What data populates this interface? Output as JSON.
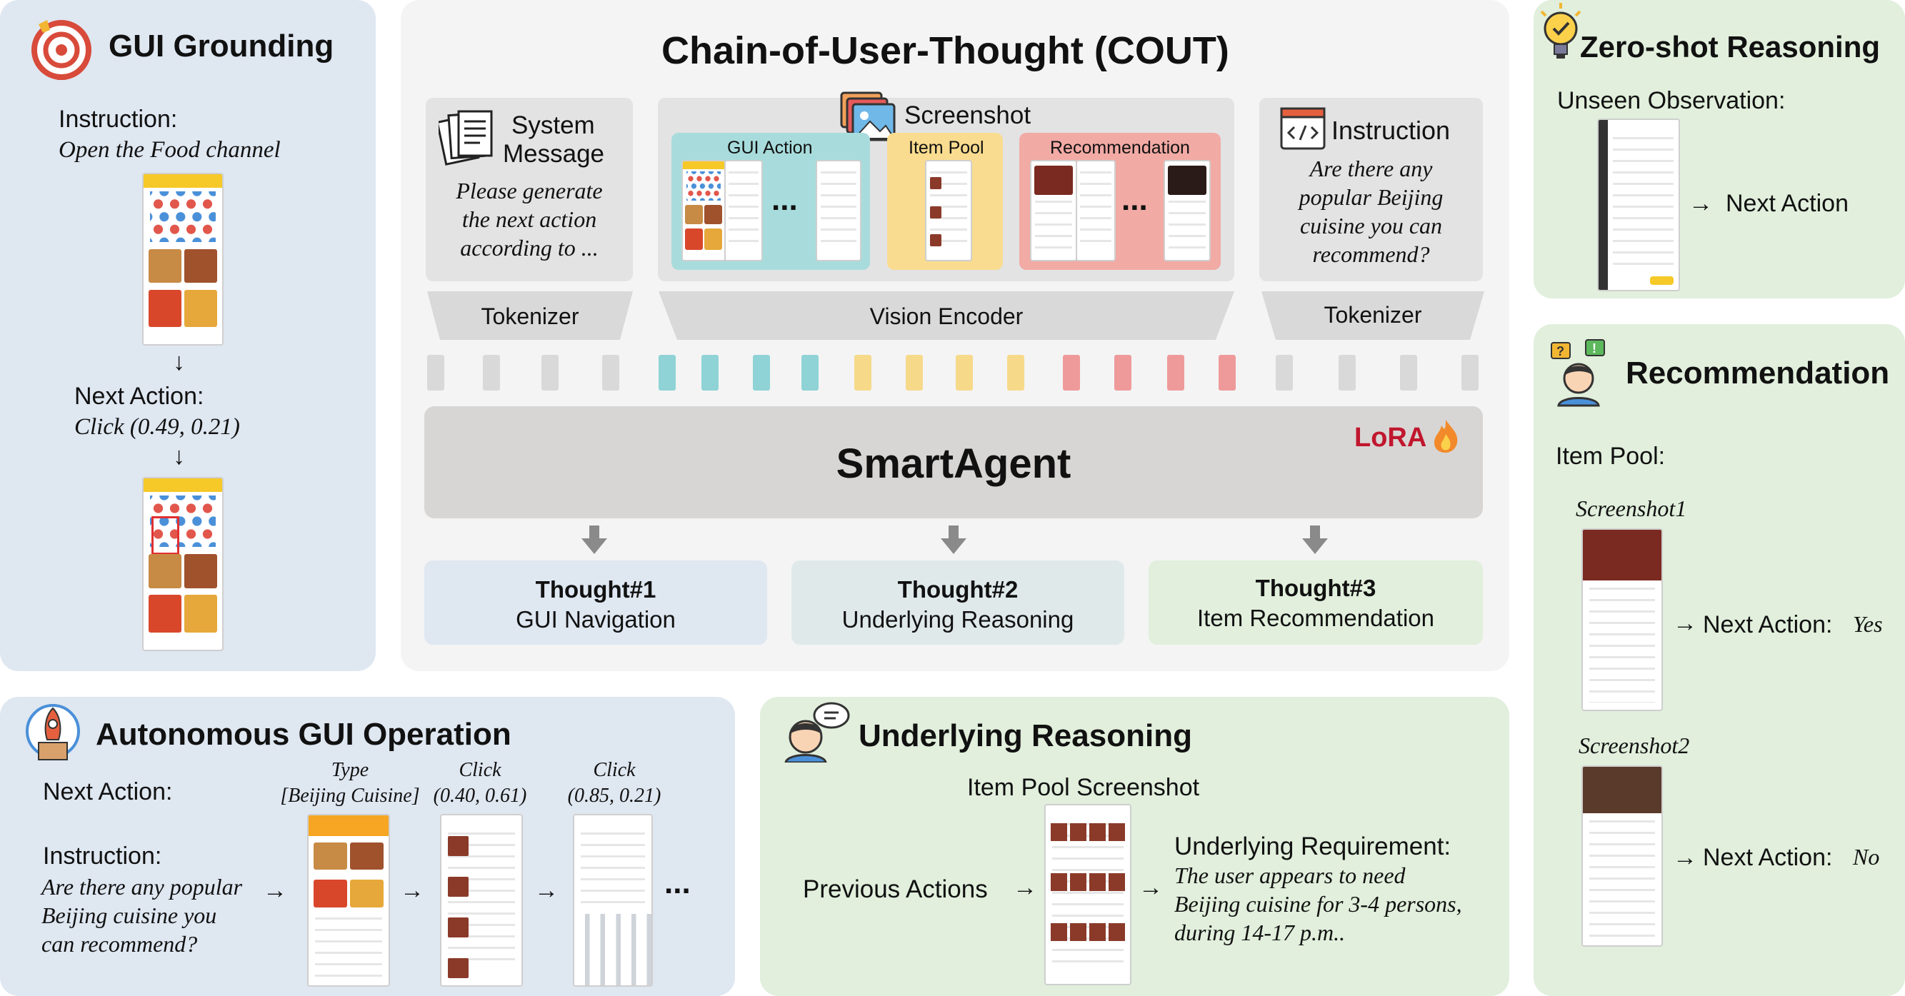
{
  "colors": {
    "panel_blue": "#dfe7f1",
    "panel_green": "#e1efdc",
    "panel_gray": "#f4f4f4",
    "gui_action": "#a8dcdc",
    "item_pool": "#f9dc8f",
    "recommendation": "#f2aaa4",
    "lora": "#c0172e"
  },
  "grounding": {
    "title": "GUI Grounding",
    "instruction_label": "Instruction:",
    "instruction_text": "Open the Food channel",
    "next_action_label": "Next Action:",
    "next_action_text": "Click (0.49, 0.21)"
  },
  "cout": {
    "title": "Chain-of-User-Thought (COUT)",
    "system_message_title_1": "System",
    "system_message_title_2": "Message",
    "system_message_lines": [
      "Please generate",
      "the next action",
      "according to ..."
    ],
    "screenshot_title": "Screenshot",
    "gui_action_label": "GUI Action",
    "item_pool_label": "Item Pool",
    "recommendation_label": "Recommendation",
    "dots": "...",
    "instruction_title": "Instruction",
    "instruction_lines": [
      "Are there any",
      "popular Beijing",
      "cuisine you can",
      "recommend?"
    ],
    "tokenizer_left": "Tokenizer",
    "vision_encoder": "Vision Encoder",
    "tokenizer_right": "Tokenizer",
    "model_name": "SmartAgent",
    "lora_label": "LoRA",
    "thoughts": [
      {
        "title": "Thought#1",
        "subtitle": "GUI Navigation"
      },
      {
        "title": "Thought#2",
        "subtitle": "Underlying Reasoning"
      },
      {
        "title": "Thought#3",
        "subtitle": "Item Recommendation"
      }
    ]
  },
  "zero_shot": {
    "title": "Zero-shot Reasoning",
    "observation_label": "Unseen Observation:",
    "next_action": "Next Action"
  },
  "recommendation": {
    "title": "Recommendation",
    "item_pool_label": "Item Pool:",
    "screenshot1_label": "Screenshot1",
    "screenshot1_action_label": "Next Action:",
    "screenshot1_action_value": "Yes",
    "screenshot2_label": "Screenshot2",
    "screenshot2_action_label": "Next Action:",
    "screenshot2_action_value": "No"
  },
  "autonomous": {
    "title": "Autonomous GUI Operation",
    "next_action_label": "Next Action:",
    "instruction_label": "Instruction:",
    "instruction_lines": [
      "Are there any popular",
      "Beijing cuisine you",
      "can recommend?"
    ],
    "steps": [
      {
        "action": "Type",
        "param": "[Beijing Cuisine]"
      },
      {
        "action": "Click",
        "param": "(0.40, 0.61)"
      },
      {
        "action": "Click",
        "param": "(0.85, 0.21)"
      }
    ],
    "dots": "..."
  },
  "underlying": {
    "title": "Underlying Reasoning",
    "screenshot_label": "Item Pool Screenshot",
    "previous_actions": "Previous Actions",
    "requirement_label": "Underlying Requirement:",
    "requirement_lines": [
      "The user appears to need",
      "Beijing cuisine for 3-4 persons,",
      "during 14-17 p.m.."
    ]
  },
  "icons": [
    "target-icon",
    "documents-icon",
    "gallery-icon",
    "code-window-icon",
    "rocket-icon",
    "thinking-person-icon",
    "lightbulb-icon",
    "person-question-icon",
    "fire-icon",
    "arrow-right-icon",
    "arrow-down-icon"
  ]
}
